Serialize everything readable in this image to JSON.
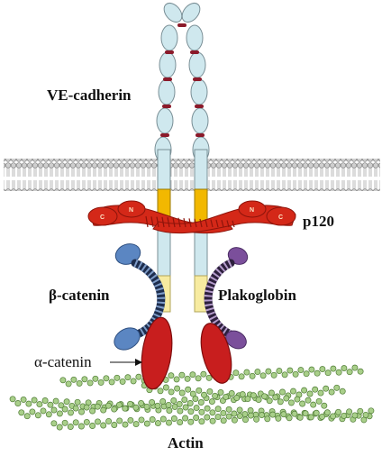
{
  "labels": {
    "ve_cadherin": "VE-cadherin",
    "p120": "p120",
    "beta_catenin": "β-catenin",
    "plakoglobin": "Plakoglobin",
    "alpha_catenin": "α-catenin",
    "actin": "Actin",
    "n_terminal": "N",
    "c_terminal": "C"
  },
  "colors": {
    "ectodomain": "#cfe8ee",
    "ectodomain_stroke": "#7a8f96",
    "calcium_links": "#8b1a2a",
    "membrane_heads": "#c9c9c9",
    "juxtamembrane": "#f2b800",
    "cytoplasmic_tail": "#c9e3ea",
    "catenin_binding": "#f7eba0",
    "p120": "#d42818",
    "beta_catenin_n": "#5b86c2",
    "beta_catenin_arm": "#1d2d4d",
    "plakoglobin_n": "#7b4f9b",
    "alpha_catenin": "#c81e1e",
    "actin": "#a9cf8a",
    "actin_stroke": "#4d7a33"
  }
}
